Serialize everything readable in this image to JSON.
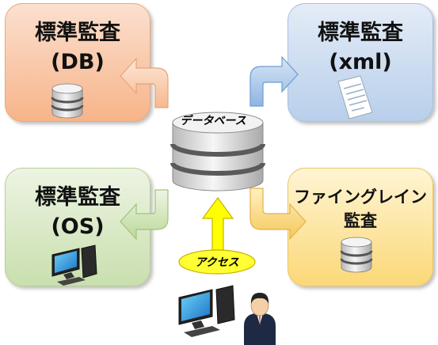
{
  "boxes": {
    "db": {
      "title": "標準監査",
      "subtitle": "(DB)"
    },
    "xml": {
      "title": "標準監査",
      "subtitle": "(xml)"
    },
    "os": {
      "title": "標準監査",
      "subtitle": "(OS)"
    },
    "fga": {
      "title": "ファイングレイン",
      "subtitle": "監査"
    }
  },
  "center_label": "データベース",
  "access_label": "アクセス",
  "colors": {
    "db_box": "#f7b489",
    "xml_box": "#b8cfeb",
    "os_box": "#c9dfae",
    "fga_box": "#fbd877",
    "access_arrow": "#ffff00",
    "access_ellipse": "#ffff33"
  },
  "icons": [
    "database-cylinder-icon",
    "document-icon",
    "computer-icon",
    "user-icon"
  ]
}
